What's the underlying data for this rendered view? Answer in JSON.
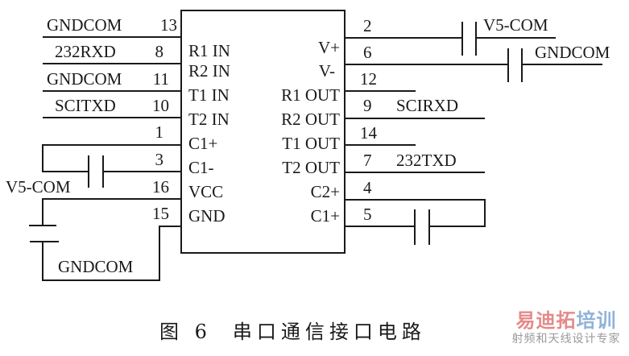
{
  "chip": {
    "left_pins": [
      {
        "number": "13",
        "name": "R1 IN",
        "net": "GNDCOM"
      },
      {
        "number": "8",
        "name": "R2 IN",
        "net": "232RXD"
      },
      {
        "number": "11",
        "name": "T1 IN",
        "net": "GNDCOM"
      },
      {
        "number": "10",
        "name": "T2 IN",
        "net": "SCITXD"
      },
      {
        "number": "1",
        "name": "C1+",
        "net": ""
      },
      {
        "number": "3",
        "name": "C1-",
        "net": ""
      },
      {
        "number": "16",
        "name": "VCC",
        "net": "V5-COM"
      },
      {
        "number": "15",
        "name": "GND",
        "net": "GNDCOM"
      }
    ],
    "right_pins": [
      {
        "number": "2",
        "name": "V+",
        "net": "V5-COM"
      },
      {
        "number": "6",
        "name": "V-",
        "net": "GNDCOM"
      },
      {
        "number": "12",
        "name": "R1 OUT",
        "net": ""
      },
      {
        "number": "9",
        "name": "R2 OUT",
        "net": "SCIRXD"
      },
      {
        "number": "14",
        "name": "T1 OUT",
        "net": ""
      },
      {
        "number": "7",
        "name": "T2 OUT",
        "net": "232TXD"
      },
      {
        "number": "4",
        "name": "C2+",
        "net": ""
      },
      {
        "number": "5",
        "name": "C1+",
        "net": ""
      }
    ]
  },
  "caption": {
    "figure": "图 6",
    "title": "串口通信接口电路"
  },
  "watermark": {
    "brand_red": "易迪拓",
    "brand_blue": "培训",
    "tagline": "射频和天线设计专家",
    "colors": {
      "red": "#e58a8a",
      "blue": "#8fb3da",
      "gray": "#9a9a9a"
    }
  }
}
